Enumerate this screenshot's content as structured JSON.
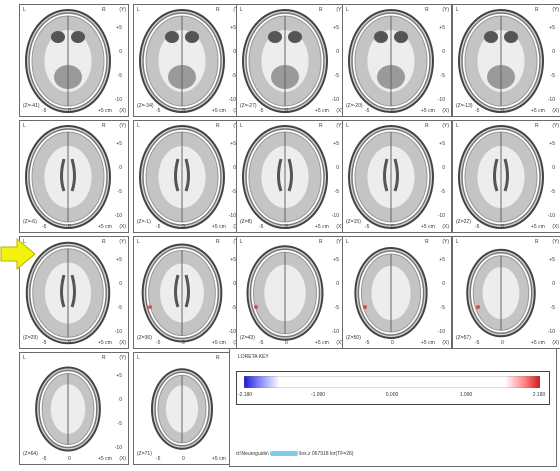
{
  "slices": [
    {
      "z": "(Z=-41)"
    },
    {
      "z": "(Z=-34)"
    },
    {
      "z": "(Z=-27)"
    },
    {
      "z": "(Z=-20)"
    },
    {
      "z": "(Z=-13)"
    },
    {
      "z": "(Z=-6)"
    },
    {
      "z": "(Z=-1)"
    },
    {
      "z": "(Z=8)"
    },
    {
      "z": "(Z=15)"
    },
    {
      "z": "(Z=22)"
    },
    {
      "z": "(Z=29)"
    },
    {
      "z": "(Z=36)"
    },
    {
      "z": "(Z=43)"
    },
    {
      "z": "(Z=50)"
    },
    {
      "z": "(Z=57)"
    },
    {
      "z": "(Z=64)"
    },
    {
      "z": "(Z=71)"
    }
  ],
  "axis_labels": {
    "left": "L",
    "right": "R",
    "y": "(Y)",
    "x": "(X)",
    "y_ticks": [
      "+5",
      "0",
      "-5",
      "-10"
    ],
    "x_ticks": [
      "-5",
      "0",
      "+5 cm"
    ]
  },
  "key": {
    "title": "LORETA KEY",
    "ticks": [
      "-2.180",
      "-1.090",
      "0.000",
      "1.090",
      "2.180"
    ],
    "negative_color": "#1a1acc",
    "positive_color": "#cc1a1a"
  },
  "file": {
    "prefix": "d:\\Neuroguide\\",
    "suffix": "\\lox.z 067918 lor(TF=26)"
  },
  "colors": {
    "panel_border": "#6b6b6b",
    "arrow": "#f2f20a"
  },
  "icons": {
    "pointer": "yellow-arrow-icon"
  }
}
